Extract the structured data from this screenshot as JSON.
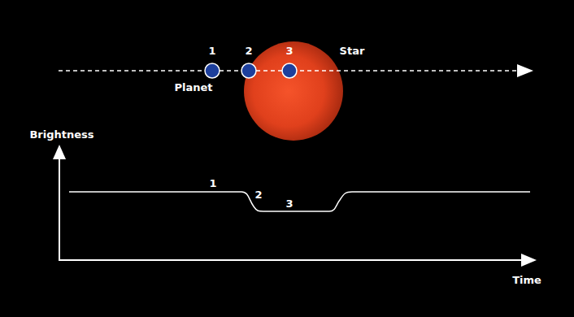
{
  "diagram": {
    "labels": [
      "1",
      "2",
      "3",
      "Star",
      "Planet",
      "Brightness",
      "1",
      "2",
      "3",
      "Time"
    ]
  }
}
